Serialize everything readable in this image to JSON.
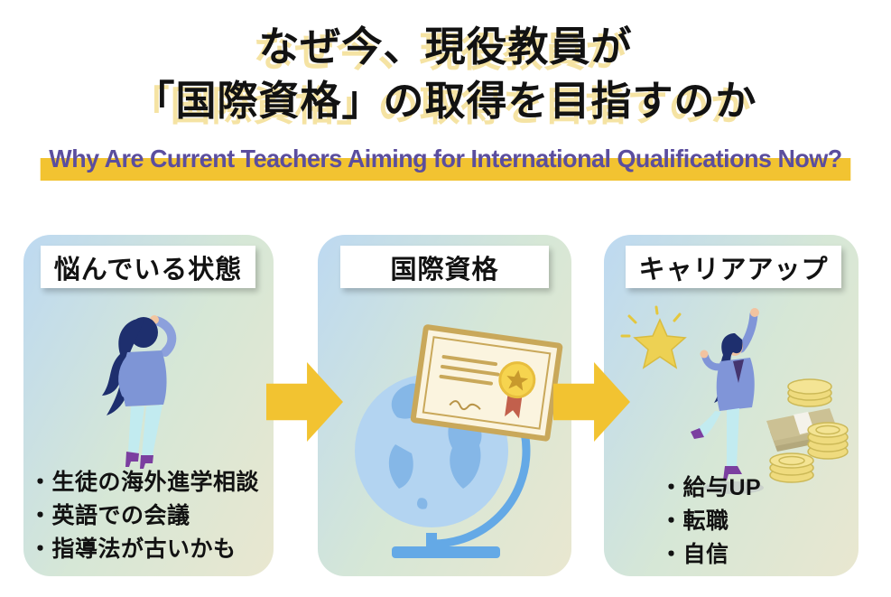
{
  "theme": {
    "text-black": "#121212",
    "highlight-cream": "#F5E3A3",
    "accent-gold": "#F2C331",
    "subtitle-purple": "#5B4E9E",
    "card-blue": "#BDD9F1",
    "card-green": "#D6E7D6",
    "card-beige": "#E9E7D0"
  },
  "title": {
    "line1": "なぜ今、現役教員が",
    "line2": "「国際資格」の取得を目指すのか"
  },
  "subtitle": "Why Are Current Teachers Aiming for International Qualifications Now?",
  "flow": {
    "arrow_icon": "right-arrow",
    "cards": [
      {
        "header": "悩んでいる状態",
        "illustration": "worried-woman",
        "bullets": [
          "・生徒の海外進学相談",
          "・英語での会議",
          "・指導法が古いかも"
        ]
      },
      {
        "header": "国際資格",
        "illustration": "globe-and-certificate",
        "bullets": []
      },
      {
        "header": "キャリアアップ",
        "illustration": "celebrating-woman-star-money",
        "bullets": [
          "・給与UP",
          "・転職",
          "・自信"
        ]
      }
    ]
  }
}
